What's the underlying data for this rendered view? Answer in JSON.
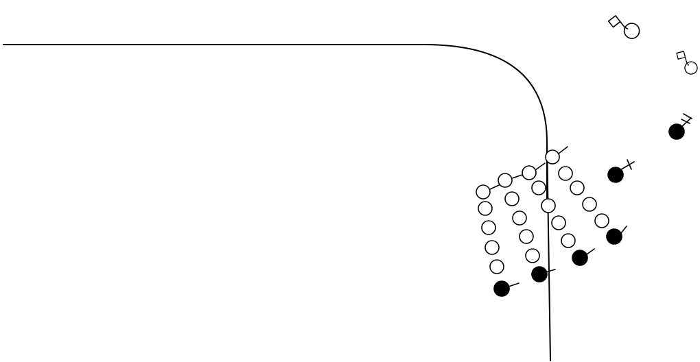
{
  "diagram": {
    "kind": "symbolic-map-diagram",
    "stroke_color": "#000000",
    "background_color": "#ffffff",
    "text_labels": [],
    "elements": {
      "boundary_line": "curved-boundary",
      "vertical_line": "vertical-guide",
      "open_circle": "open-circle-marker",
      "filled_circle": "filled-circle-marker",
      "flag_marker": "flag-marker",
      "tick_marker": "tick-marker"
    },
    "chains": [
      {
        "name": "chain-1",
        "open_count": 5,
        "terminal": "filled-circle-with-tick"
      },
      {
        "name": "chain-2",
        "open_count": 5,
        "terminal": "filled-circle-with-tick"
      },
      {
        "name": "chain-3",
        "open_count": 5,
        "terminal": "filled-circle-with-tick"
      },
      {
        "name": "chain-4",
        "open_count": 5,
        "terminal": "filled-circle-with-tick"
      }
    ],
    "standalone_symbols": [
      {
        "name": "flag-symbol-large",
        "type": "flag-marker"
      },
      {
        "name": "flag-symbol-small",
        "type": "flag-marker"
      },
      {
        "name": "hashed-filled-symbol",
        "type": "filled-circle-with-double-tick"
      },
      {
        "name": "crossed-filled-symbol",
        "type": "filled-circle-with-cross-tick"
      }
    ]
  }
}
